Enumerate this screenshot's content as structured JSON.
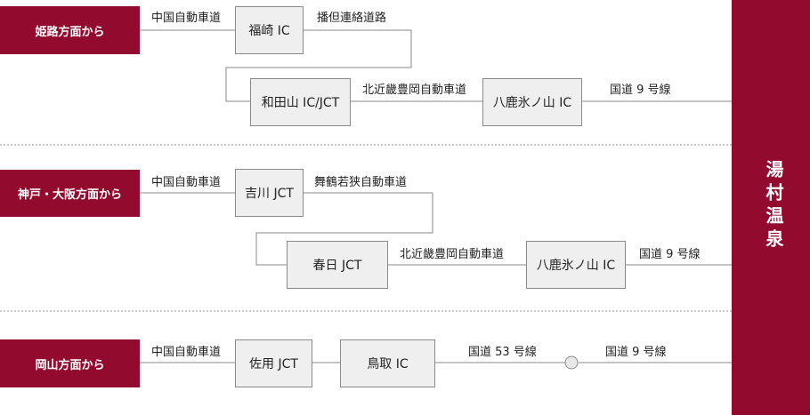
{
  "destination": "湯村温泉",
  "routes": {
    "himeji": {
      "origin": "姫路方面から",
      "road1": "中国自動車道",
      "node1": "福崎 IC",
      "road2": "播但連絡道路",
      "node2": "和田山 IC/JCT",
      "road3": "北近畿豊岡自動車道",
      "node3": "八鹿氷ノ山 IC",
      "road4": "国道 9 号線"
    },
    "kobe": {
      "origin": "神戸・大阪方面から",
      "road1": "中国自動車道",
      "node1": "吉川 JCT",
      "road2": "舞鶴若狭自動車道",
      "node2": "春日 JCT",
      "road3": "北近畿豊岡自動車道",
      "node3": "八鹿氷ノ山 IC",
      "road4": "国道 9 号線"
    },
    "okayama": {
      "origin": "岡山方面から",
      "road1": "中国自動車道",
      "node1": "佐用 JCT",
      "node2": "鳥取 IC",
      "road3": "国道 53 号線",
      "road4": "国道 9 号線"
    }
  }
}
